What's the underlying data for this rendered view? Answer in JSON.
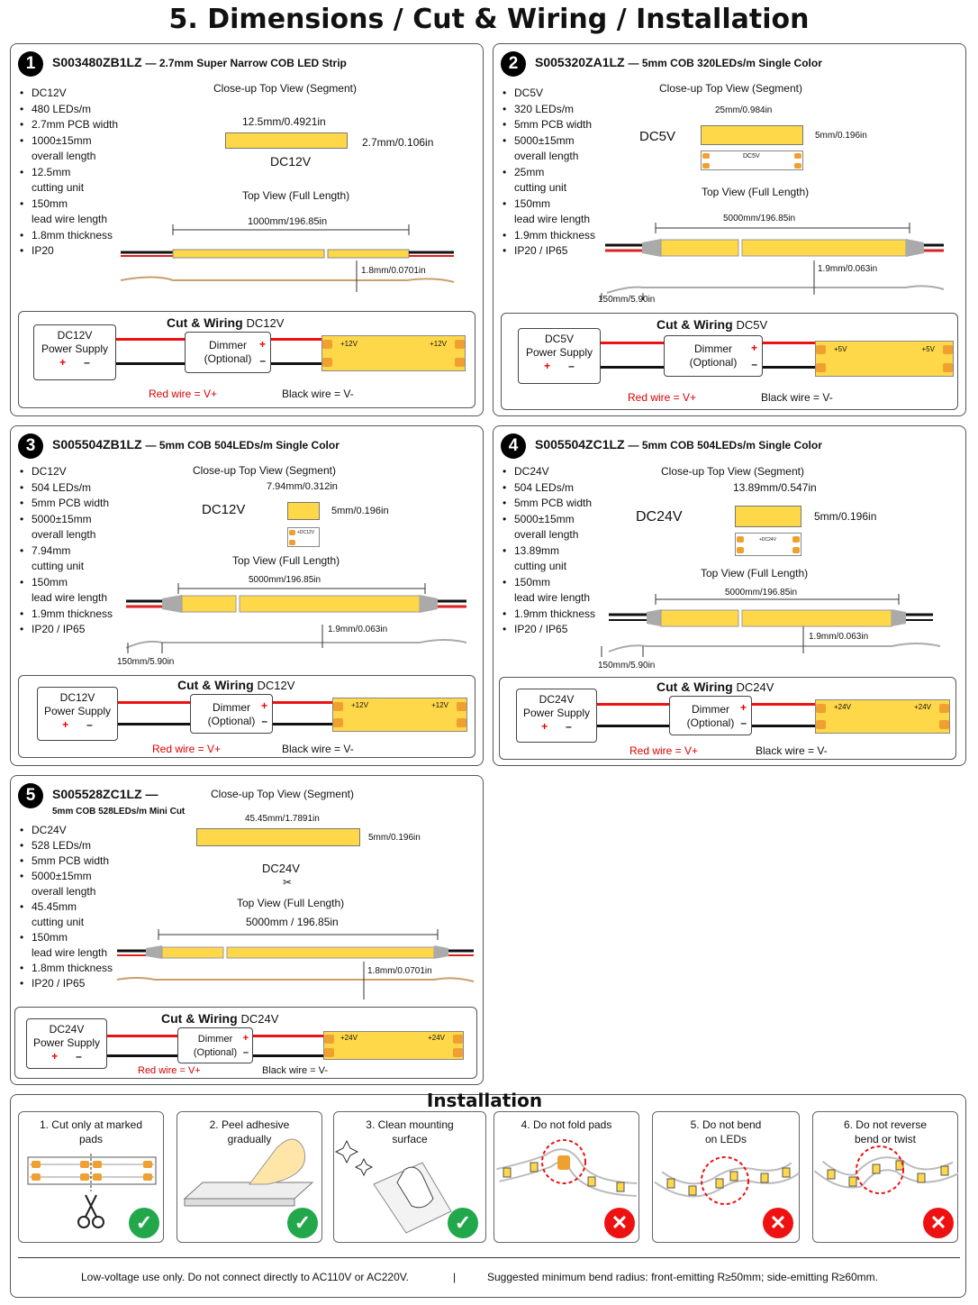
{
  "page_title": "5. Dimensions / Cut & Wiring / Installation",
  "panels": [
    {
      "num": "1",
      "code": "S003480ZB1LZ",
      "desc": "— 2.7mm Super Narrow COB LED Strip",
      "specs": [
        "DC12V",
        "480 LEDs/m",
        "2.7mm PCB width",
        "1000±15mm",
        "overall length",
        "12.5mm",
        "cutting unit",
        "150mm",
        "lead wire length",
        "1.8mm thickness",
        "IP20"
      ],
      "closeup_title": "Close-up Top View (Segment)",
      "seg_len": "12.5mm/0.4921in",
      "seg_width": "2.7mm/0.106in",
      "seg_volt": "DC12V",
      "top_title": "Top View (Full Length)",
      "full_len": "1000mm/196.85in",
      "thickness": "1.8mm/0.0701in",
      "lead": "",
      "cw_title": "Cut & Wiring",
      "cw_volt": "DC12V",
      "ps_line1": "DC12V",
      "ps_line2": "Power Supply",
      "dimmer1": "Dimmer",
      "dimmer2": "(Optional)",
      "pad_plus": "+12V",
      "pad_plus2": "+12V",
      "red_txt": "Red wire = V+",
      "blk_txt": "Black wire = V-"
    },
    {
      "num": "2",
      "code": "S005320ZA1LZ",
      "desc": "— 5mm COB 320LEDs/m Single Color",
      "specs": [
        "DC5V",
        "320 LEDs/m",
        "5mm PCB width",
        "5000±15mm",
        "overall length",
        "25mm",
        "cutting unit",
        "150mm",
        "lead wire length",
        "1.9mm thickness",
        "IP20 / IP65"
      ],
      "closeup_title": "Close-up Top View (Segment)",
      "seg_len": "25mm/0.984in",
      "seg_width": "5mm/0.196in",
      "seg_volt": "DC5V",
      "seg_small": "DC5V",
      "top_title": "Top View (Full Length)",
      "full_len": "5000mm/196.85in",
      "thickness": "1.9mm/0.063in",
      "lead": "150mm/5.90in",
      "cw_title": "Cut & Wiring",
      "cw_volt": "DC5V",
      "ps_line1": "DC5V",
      "ps_line2": "Power Supply",
      "dimmer1": "Dimmer",
      "dimmer2": "(Optional)",
      "pad_plus": "+5V",
      "pad_plus2": "+5V",
      "red_txt": "Red wire = V+",
      "blk_txt": "Black wire = V-"
    },
    {
      "num": "3",
      "code": "S005504ZB1LZ",
      "desc": "— 5mm COB 504LEDs/m Single Color",
      "specs": [
        "DC12V",
        "504 LEDs/m",
        "5mm PCB width",
        "5000±15mm",
        "overall length",
        "7.94mm",
        "cutting unit",
        "150mm",
        "lead wire length",
        "1.9mm thickness",
        "IP20 / IP65"
      ],
      "closeup_title": "Close-up Top View (Segment)",
      "seg_len": "7.94mm/0.312in",
      "seg_width": "5mm/0.196in",
      "seg_volt": "DC12V",
      "seg_small": "+DC12V",
      "top_title": "Top View (Full Length)",
      "full_len": "5000mm/196.85in",
      "thickness": "1.9mm/0.063in",
      "lead": "150mm/5.90in",
      "cw_title": "Cut & Wiring",
      "cw_volt": "DC12V",
      "ps_line1": "DC12V",
      "ps_line2": "Power Supply",
      "dimmer1": "Dimmer",
      "dimmer2": "(Optional)",
      "pad_plus": "+12V",
      "pad_plus2": "+12V",
      "red_txt": "Red wire = V+",
      "blk_txt": "Black wire = V-"
    },
    {
      "num": "4",
      "code": "S005504ZC1LZ",
      "desc": "— 5mm COB 504LEDs/m Single Color",
      "specs": [
        "DC24V",
        "504 LEDs/m",
        "5mm PCB width",
        "5000±15mm",
        "overall length",
        "13.89mm",
        "cutting unit",
        "150mm",
        "lead wire length",
        "1.9mm thickness",
        "IP20 / IP65"
      ],
      "closeup_title": "Close-up Top View (Segment)",
      "seg_len": "13.89mm/0.547in",
      "seg_width": "5mm/0.196in",
      "seg_volt": "DC24V",
      "seg_small": "+DC24V",
      "top_title": "Top View (Full Length)",
      "full_len": "5000mm/196.85in",
      "thickness": "1.9mm/0.063in",
      "lead": "150mm/5.90in",
      "cw_title": "Cut & Wiring",
      "cw_volt": "DC24V",
      "ps_line1": "DC24V",
      "ps_line2": "Power Supply",
      "dimmer1": "Dimmer",
      "dimmer2": "(Optional)",
      "pad_plus": "+24V",
      "pad_plus2": "+24V",
      "red_txt": "Red wire = V+",
      "blk_txt": "Black wire = V-"
    },
    {
      "num": "5",
      "code": "S005528ZC1LZ",
      "desc": "5mm COB 528LEDs/m Mini Cut",
      "specs": [
        "DC24V",
        "528 LEDs/m",
        "5mm PCB width",
        "5000±15mm",
        "overall length",
        "45.45mm",
        "cutting unit",
        "150mm",
        "lead wire length",
        "1.8mm thickness",
        "IP20 / IP65"
      ],
      "closeup_title": "Close-up Top View (Segment)",
      "seg_len": "45.45mm/1.7891in",
      "seg_width": "5mm/0.196in",
      "seg_volt": "DC24V",
      "top_title": "Top View (Full Length)",
      "full_len": "5000mm / 196.85in",
      "thickness": "1.8mm/0.0701in",
      "lead": "",
      "cw_title": "Cut & Wiring",
      "cw_volt": "DC24V",
      "ps_line1": "DC24V",
      "ps_line2": "Power Supply",
      "dimmer1": "Dimmer",
      "dimmer2": "(Optional)",
      "pad_plus": "+24V",
      "pad_plus2": "+24V",
      "red_txt": "Red wire = V+",
      "blk_txt": "Black wire = V-"
    }
  ],
  "installation": {
    "title": "Installation",
    "steps": [
      {
        "text": "1.  Cut only at marked pads",
        "status": "ok"
      },
      {
        "text": "2.  Peel adhesive gradually",
        "status": "ok"
      },
      {
        "text": "3.  Clean mounting surface",
        "status": "ok"
      },
      {
        "text": "4.  Do not fold pads",
        "status": "bad"
      },
      {
        "text": "5.  Do not bend on LEDs",
        "status": "bad"
      },
      {
        "text": "6.  Do not reverse bend or twist",
        "status": "bad"
      }
    ],
    "check_symbol": "✓",
    "cross_symbol": "✕"
  },
  "footer": {
    "left": "Low-voltage use only. Do not connect directly to AC110V or AC220V.",
    "sep": "|",
    "right": "Suggested minimum bend radius: front-emitting R≥50mm; side-emitting R≥60mm."
  }
}
